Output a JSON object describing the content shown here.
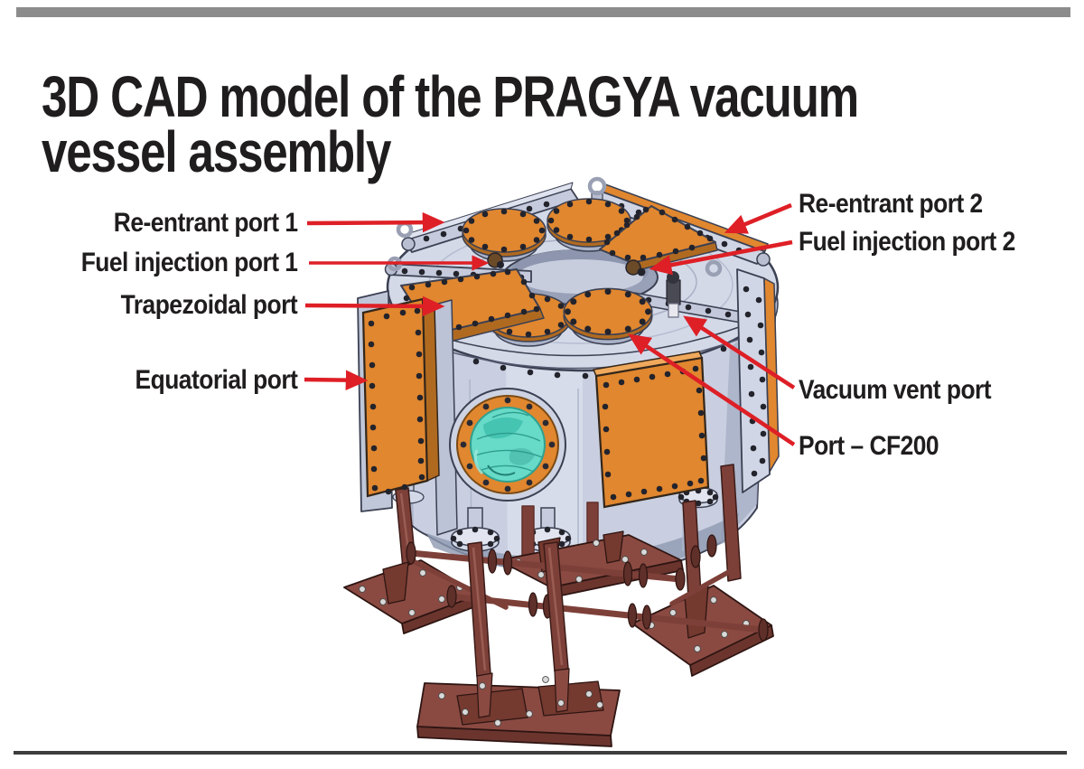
{
  "figure": {
    "title": "3D CAD model of the PRAGYA vacuum vessel assembly",
    "model_name": "PRAGYA vacuum vessel assembly 3D CAD model",
    "labels": {
      "re_entrant_1": "Re-entrant port 1",
      "fuel_injection_1": "Fuel injection port 1",
      "trapezoidal": "Trapezoidal port",
      "equatorial": "Equatorial port",
      "re_entrant_2": "Re-entrant port 2",
      "fuel_injection_2": "Fuel injection port 2",
      "vacuum_vent": "Vacuum vent port",
      "port_cf200": "Port – CF200"
    }
  },
  "colors": {
    "arrow_red": "#DE1F26",
    "port_orange": "#E0872F",
    "port_orange_dark": "#B06A20",
    "vessel_gray": "#C9CFE0",
    "vessel_gray_light": "#D8DCEA",
    "vessel_gray_dark": "#9AA3BA",
    "outline": "#3B4052",
    "window_teal": "#68DAC8",
    "window_teal_dark": "#2FA090",
    "support_maroon": "#7D4039",
    "support_maroon_dark": "#62302A",
    "support_maroon_light": "#9A5C52",
    "text": "#1F1D1E",
    "top_bar": "#8C8C8C",
    "rule": "#3D3D3D"
  }
}
